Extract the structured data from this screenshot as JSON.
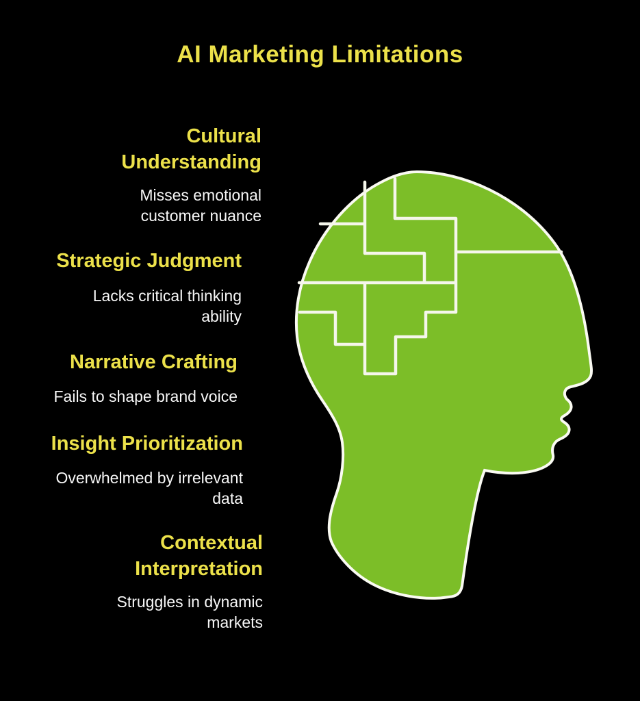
{
  "title": "AI Marketing Limitations",
  "sections": [
    {
      "heading_lines": [
        "Cultural",
        "Understanding"
      ],
      "body_lines": [
        "Misses emotional",
        "customer nuance"
      ]
    },
    {
      "heading_lines": [
        "Strategic Judgment"
      ],
      "body_lines": [
        "Lacks critical thinking",
        "ability"
      ]
    },
    {
      "heading_lines": [
        "Narrative Crafting"
      ],
      "body_lines": [
        "Fails to shape brand voice"
      ]
    },
    {
      "heading_lines": [
        "Insight Prioritization"
      ],
      "body_lines": [
        "Overwhelmed by irrelevant",
        "data"
      ]
    },
    {
      "heading_lines": [
        "Contextual",
        "Interpretation"
      ],
      "body_lines": [
        "Struggles in dynamic",
        "markets"
      ]
    }
  ],
  "illustration": {
    "name": "head-profile-with-puzzle-brain",
    "head_fill": "#7CBE28",
    "outline_color": "#FAFAF2",
    "puzzle_line_color": "#F5F6EB"
  },
  "colors": {
    "background": "#000000",
    "heading_text": "#ECE14A",
    "body_text": "#F7F7F7"
  }
}
